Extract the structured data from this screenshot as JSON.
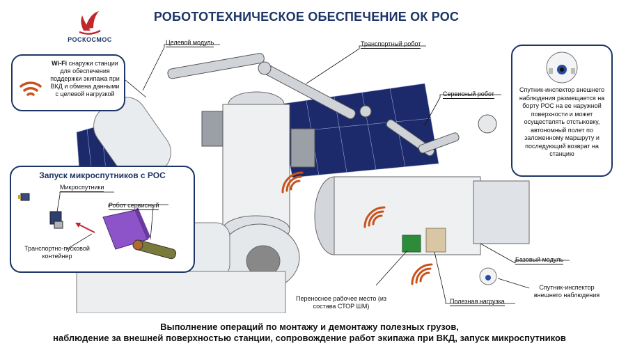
{
  "title": "РОБОТОТЕХНИЧЕСКОЕ ОБЕСПЕЧЕНИЕ ОК РОС",
  "logo": {
    "text": "РОСКОСМОС"
  },
  "wifi_callout": {
    "bold": "Wi-Fi",
    "text": "снаружи станции для обеспечения поддержки экипажа при ВКД и обмена данными с целевой нагрузкой"
  },
  "micro_callout": {
    "title": "Запуск микроспутников с РОС",
    "labels": {
      "microsats": "Микроспутники",
      "service_robot": "Робот сервисный",
      "container": "Транспортно-пусковой контейнер"
    }
  },
  "inspector_callout": {
    "text": "Спутник-инспектор внешнего наблюдения размещается на борту РОС на ее наружной поверхности и может осуществлять отстыковку, автономный полет по заложенному маршруту и последующий возврат на станцию"
  },
  "labels": {
    "target_module": "Целевой модуль",
    "transport_robot": "Транспортный робот",
    "service_robot": "Сервисный робот",
    "base_module": "Базовый модуль",
    "inspector_sat": "Спутник-инспектор внешнего наблюдения",
    "workplace": "Переносное рабочее место (из состава СТОР ШМ)",
    "payload": "Полезная нагрузка"
  },
  "footer": {
    "line1": "Выполнение операций по монтажу и демонтажу полезных грузов,",
    "line2": "наблюдение за внешней поверхностью станции, сопровождение работ экипажа при ВКД, запуск микроспутников"
  },
  "colors": {
    "accent": "#1d3566",
    "wifi": "#c8521a",
    "panel": "#1c2a6b"
  }
}
